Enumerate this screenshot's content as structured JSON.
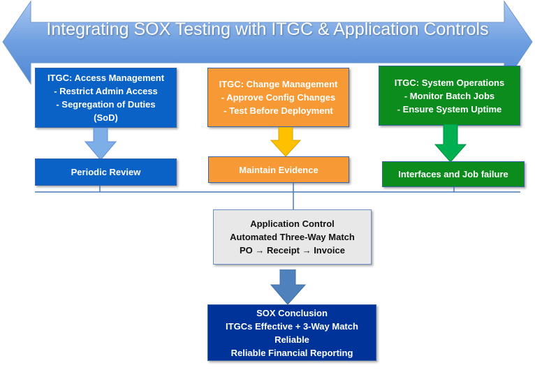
{
  "title": "Integrating SOX Testing with ITGC & Application Controls",
  "itgc": [
    {
      "lines": [
        "ITGC: Access Management",
        "- Restrict Admin Access",
        "- Segregation of Duties",
        "(SoD)"
      ],
      "outcome": "Periodic Review",
      "color": "#0a62c6"
    },
    {
      "lines": [
        "ITGC: Change Management",
        "- Approve Config Changes",
        "- Test Before Deployment"
      ],
      "outcome": "Maintain Evidence",
      "color": "#f79a35"
    },
    {
      "lines": [
        "ITGC: System Operations",
        "- Monitor Batch Jobs",
        "- Ensure System Uptime"
      ],
      "outcome": "Interfaces and Job failure",
      "color": "#0b8c1d"
    }
  ],
  "application_control": [
    "Application Control",
    "Automated Three-Way Match",
    "PO → Receipt → Invoice"
  ],
  "conclusion": [
    "SOX Conclusion",
    "ITGCs Effective + 3-Way Match",
    "Reliable",
    "Reliable Financial Reporting"
  ]
}
